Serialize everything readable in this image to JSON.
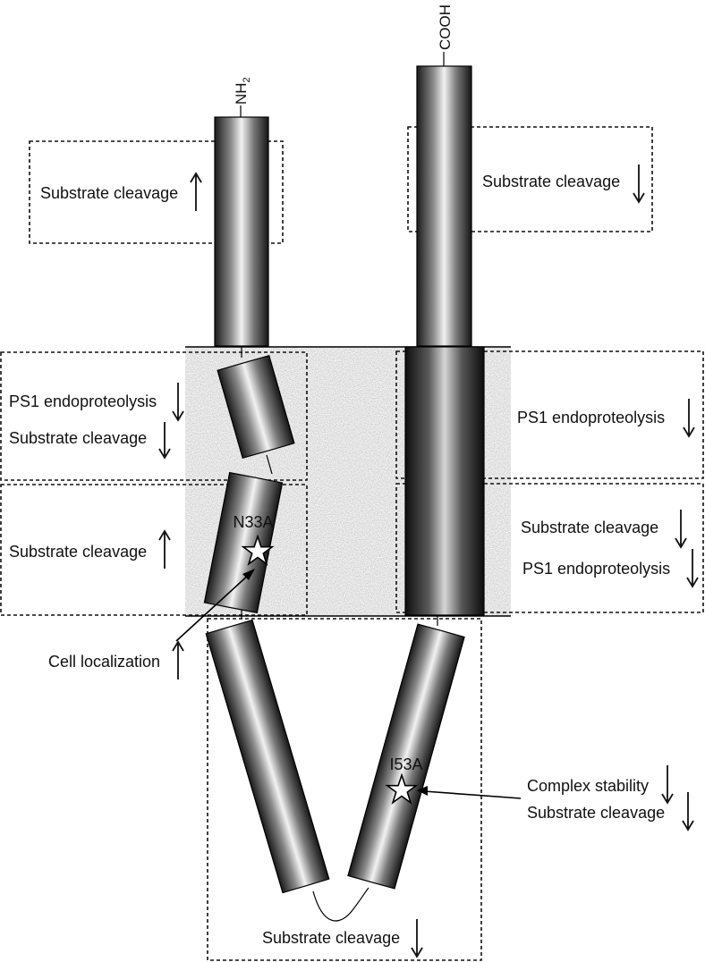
{
  "termini": {
    "n_terminus": "NH",
    "n_terminus_sub": "2",
    "c_terminus": "COOH"
  },
  "mutations": {
    "n33a": "N33A",
    "i53a": "I53A"
  },
  "labels": {
    "tm1_top": "Substrate cleavage",
    "tm2_top": "Substrate cleavage",
    "left_upper_line1": "PS1 endoproteolysis",
    "left_upper_line2": "Substrate cleavage",
    "left_lower": "Substrate cleavage",
    "right_upper": "PS1 endoproteolysis",
    "right_lower_line1": "Substrate cleavage",
    "right_lower_line2": "PS1 endoproteolysis",
    "cell_localization": "Cell localization",
    "complex_stability": "Complex stability",
    "complex_substrate": "Substrate cleavage",
    "bottom": "Substrate cleavage"
  },
  "effects": {
    "tm1_top": "up",
    "tm2_top": "down",
    "left_upper_line1": "down",
    "left_upper_line2": "down",
    "left_lower": "up",
    "right_upper": "down",
    "right_lower_line1": "down",
    "right_lower_line2": "down",
    "cell_localization": "up",
    "complex_stability": "down",
    "complex_substrate": "down",
    "bottom": "down"
  },
  "colors": {
    "ink": "#111111",
    "membrane": "#bdbdbd",
    "cylinder_dark": "#1a1a1a",
    "cylinder_light": "#f2f2f2"
  }
}
